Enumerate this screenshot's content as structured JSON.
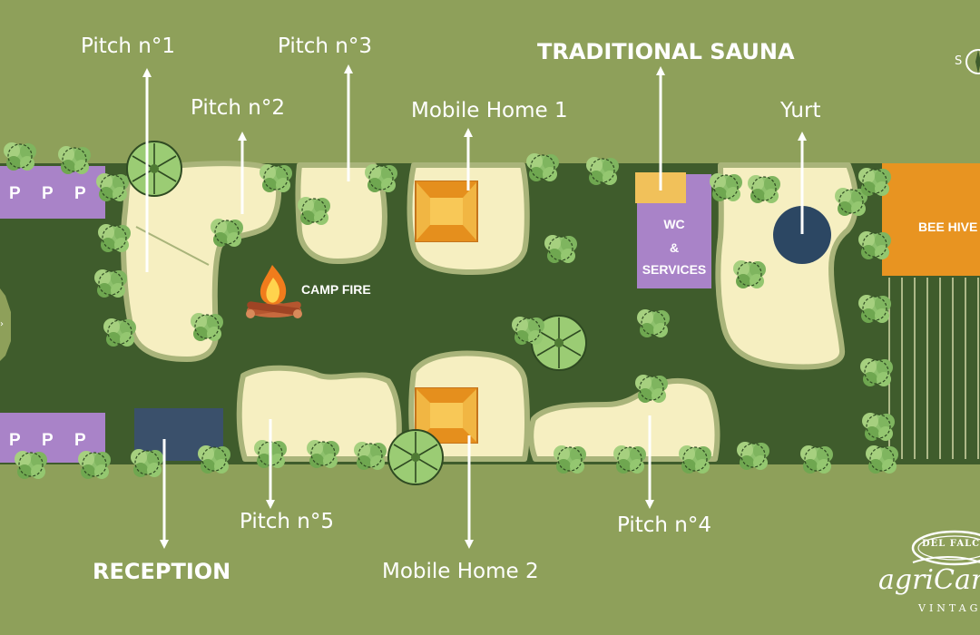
{
  "labels": {
    "pitch1": "Pitch n°1",
    "pitch2": "Pitch n°2",
    "pitch3": "Pitch n°3",
    "pitch4": "Pitch n°4",
    "pitch5": "Pitch n°5",
    "mobile_home_1": "Mobile Home 1",
    "mobile_home_2": "Mobile Home 2",
    "sauna": "TRADITIONAL SAUNA",
    "yurt": "Yurt",
    "reception": "RECEPTION"
  },
  "areas": {
    "camp_fire": "CAMP FIRE",
    "wc_services": [
      "WC",
      "&",
      "SERVICES"
    ],
    "bee_hive": "BEE HIVE",
    "parking_symbol": "P"
  },
  "compass": {
    "letter": "S"
  },
  "logo": {
    "brand": "DEL FALCO",
    "script": "agriCamp",
    "subtitle": "VINTAGE"
  },
  "colors": {
    "background": "#8ea05a",
    "ground": "#3f5c2c",
    "sand": "#f6efc1",
    "parking": "#a983c8",
    "bee_hive": "#e89421",
    "mobile_home": "#f1b643",
    "reception": "#3a506b",
    "yurt": "#2c4763"
  }
}
